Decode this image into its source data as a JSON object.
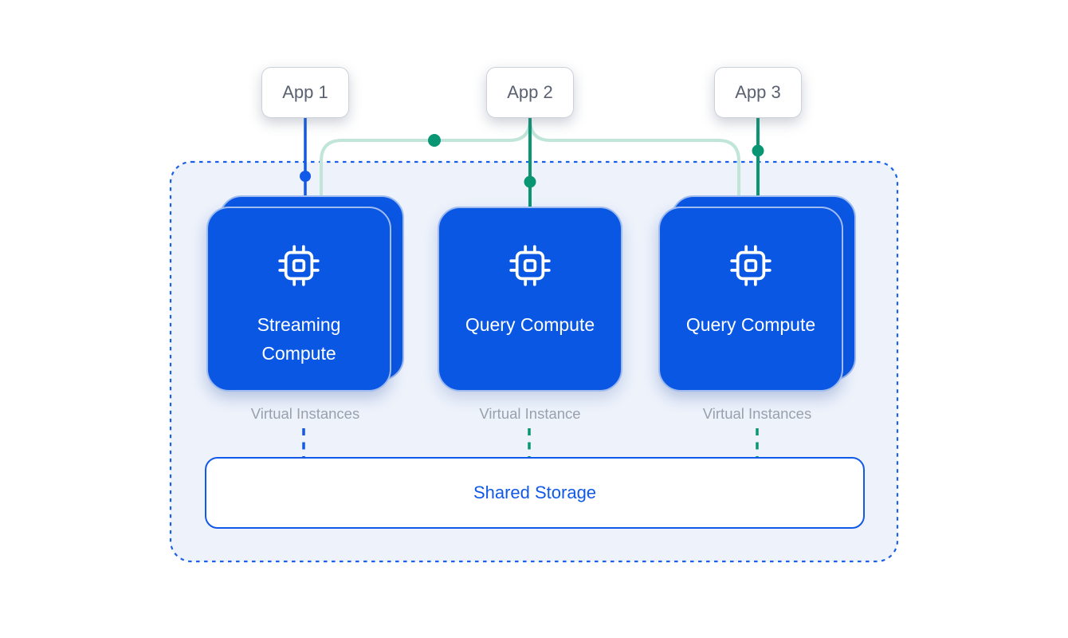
{
  "diagram": {
    "apps": [
      {
        "label": "App 1"
      },
      {
        "label": "App 2"
      },
      {
        "label": "App 3"
      }
    ],
    "compute_nodes": [
      {
        "label": "Streaming Compute",
        "icon": "cpu-chip-icon",
        "stacked": true,
        "instance_label": "Virtual Instances"
      },
      {
        "label": "Query Compute",
        "icon": "cpu-chip-icon",
        "stacked": false,
        "instance_label": "Virtual Instance"
      },
      {
        "label": "Query Compute",
        "icon": "cpu-chip-icon",
        "stacked": true,
        "instance_label": "Virtual Instances"
      }
    ],
    "storage": {
      "label": "Shared Storage"
    },
    "colors": {
      "card_blue": "#0a57e4",
      "card_border": "#9fbbef",
      "line_blue": "#1159e8",
      "line_green_dark": "#0a9673",
      "line_green_light": "#c2e5d9",
      "container_bg": "#edf2fb",
      "container_border": "#1c5fe9",
      "app_text": "#5a6170",
      "instance_text": "#99a1ae",
      "storage_text": "#1159e8"
    }
  }
}
